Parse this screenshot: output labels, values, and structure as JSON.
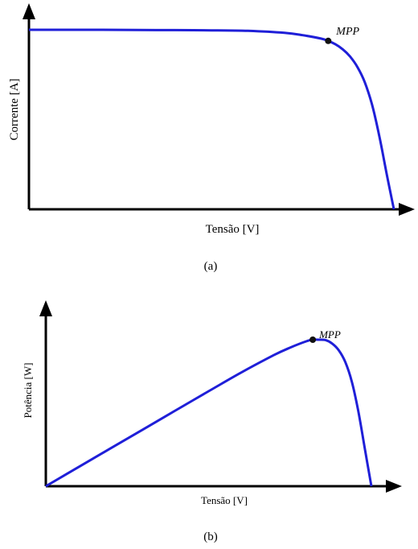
{
  "chart_data": [
    {
      "type": "line",
      "caption": "(a)",
      "xlabel": "Tensão [V]",
      "ylabel": "Corrente [A]",
      "xlim": [
        0,
        1.0
      ],
      "ylim": [
        0,
        1.0
      ],
      "series": [
        {
          "color": "#1f1fd8",
          "x": [
            0,
            0.1,
            0.2,
            0.3,
            0.4,
            0.5,
            0.6,
            0.7,
            0.75,
            0.8,
            0.82,
            0.84,
            0.86,
            0.88,
            0.9,
            0.92,
            0.94,
            0.96,
            0.98,
            1.0
          ],
          "y": [
            1.0,
            1.0,
            1.0,
            0.999,
            0.998,
            0.997,
            0.994,
            0.983,
            0.97,
            0.951,
            0.938,
            0.919,
            0.891,
            0.851,
            0.793,
            0.709,
            0.584,
            0.409,
            0.2,
            0.0
          ]
        }
      ],
      "points": [
        {
          "label": "MPP",
          "x": 0.82,
          "y": 0.938
        }
      ]
    },
    {
      "type": "line",
      "caption": "(b)",
      "xlabel": "Tensão [V]",
      "ylabel": "Potência [W]",
      "xlim": [
        0,
        1.0
      ],
      "ylim": [
        0,
        1.0
      ],
      "series": [
        {
          "color": "#1f1fd8",
          "x": [
            0,
            0.1,
            0.2,
            0.3,
            0.4,
            0.5,
            0.6,
            0.7,
            0.75,
            0.8,
            0.82,
            0.84,
            0.86,
            0.88,
            0.9,
            0.92,
            0.94,
            0.96,
            0.98,
            1.0
          ],
          "y": [
            0.0,
            0.122,
            0.244,
            0.365,
            0.487,
            0.608,
            0.728,
            0.839,
            0.887,
            0.928,
            0.938,
            0.938,
            0.935,
            0.913,
            0.87,
            0.795,
            0.669,
            0.479,
            0.239,
            0.0
          ]
        }
      ],
      "points": [
        {
          "label": "MPP",
          "x": 0.82,
          "y": 0.938
        }
      ]
    }
  ]
}
